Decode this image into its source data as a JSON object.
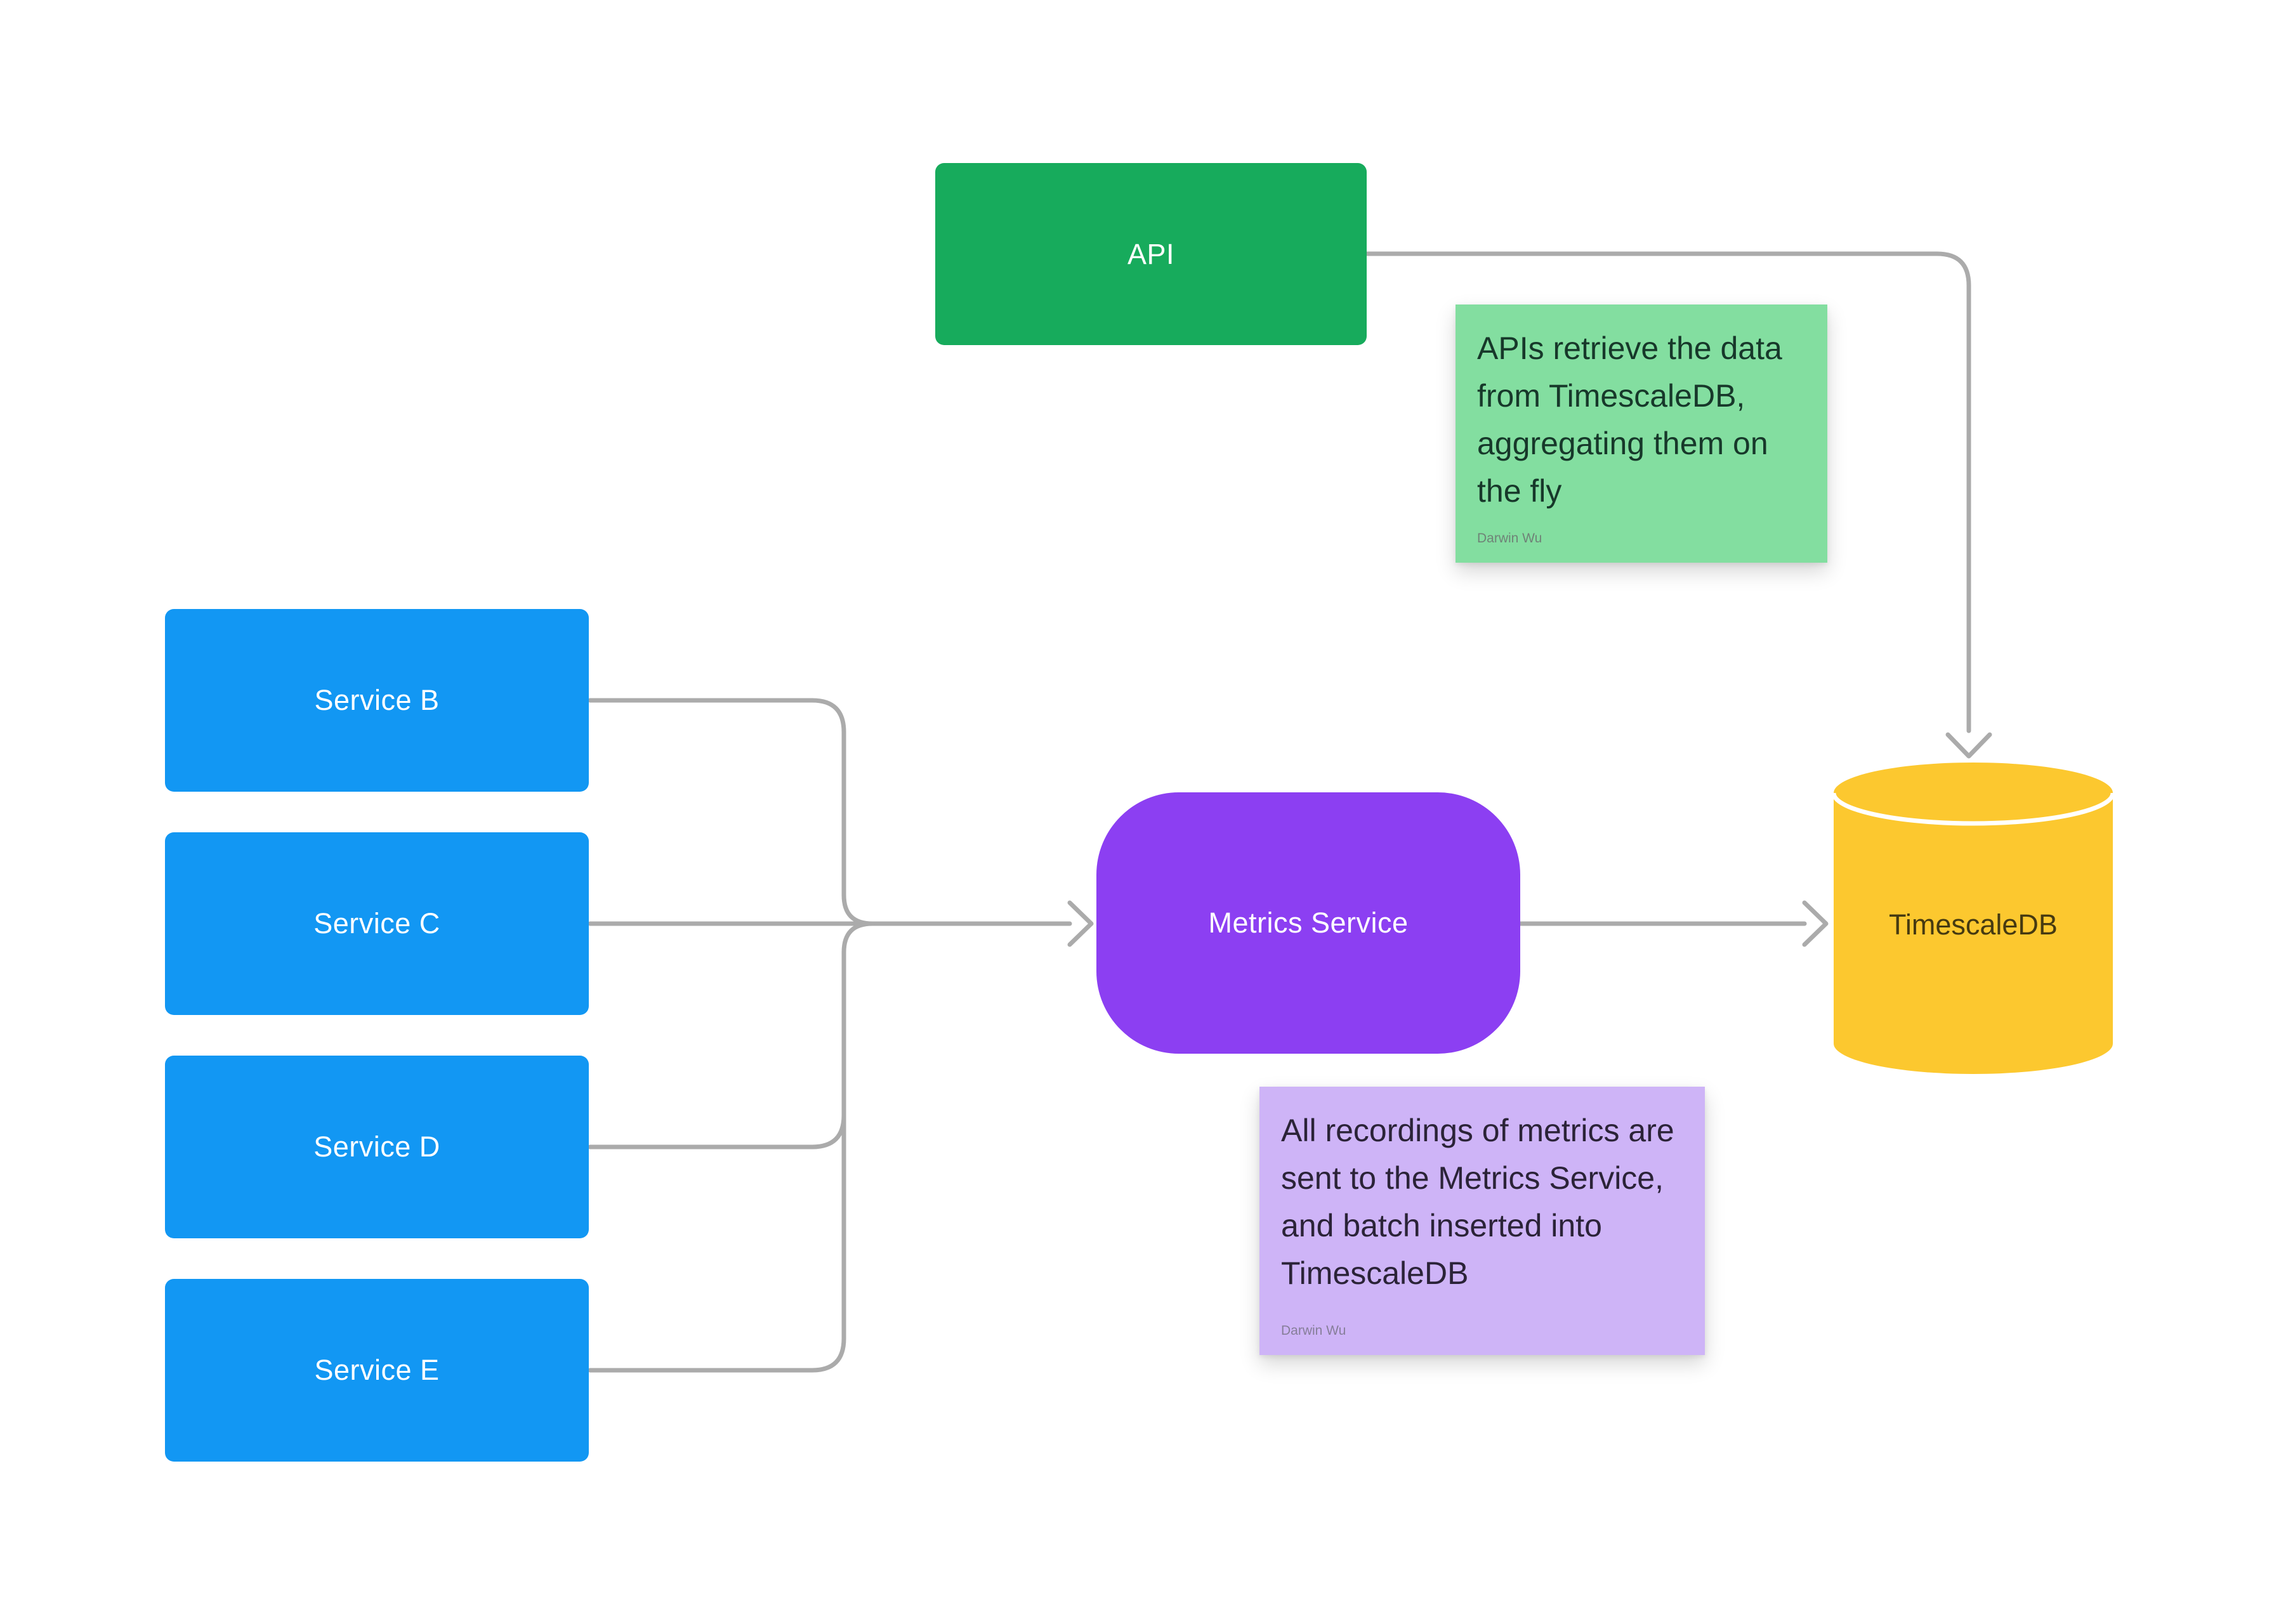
{
  "canvas": {
    "background": "#FFFFFF",
    "connector_color": "#ABABAB"
  },
  "nodes": {
    "api": {
      "label": "API",
      "color": "#17AB5C",
      "text_color": "#FFFFFF"
    },
    "services": [
      {
        "label": "Service B"
      },
      {
        "label": "Service C"
      },
      {
        "label": "Service D"
      },
      {
        "label": "Service E"
      }
    ],
    "service_color": "#1297F3",
    "metrics": {
      "label": "Metrics Service",
      "color": "#8C3FF2",
      "text_color": "#FFFFFF"
    },
    "database": {
      "label": "TimescaleDB",
      "shape": "cylinder",
      "color": "#FCC82F",
      "text_color": "#463A11"
    }
  },
  "notes": [
    {
      "text": "APIs retrieve the data from TimescaleDB, aggregating them on the fly",
      "author": "Darwin Wu",
      "color": "#83DEA0"
    },
    {
      "text": "All recordings of metrics are sent to the Metrics Service, and batch inserted into TimescaleDB",
      "author": "Darwin Wu",
      "color": "#CEB4F7"
    }
  ]
}
